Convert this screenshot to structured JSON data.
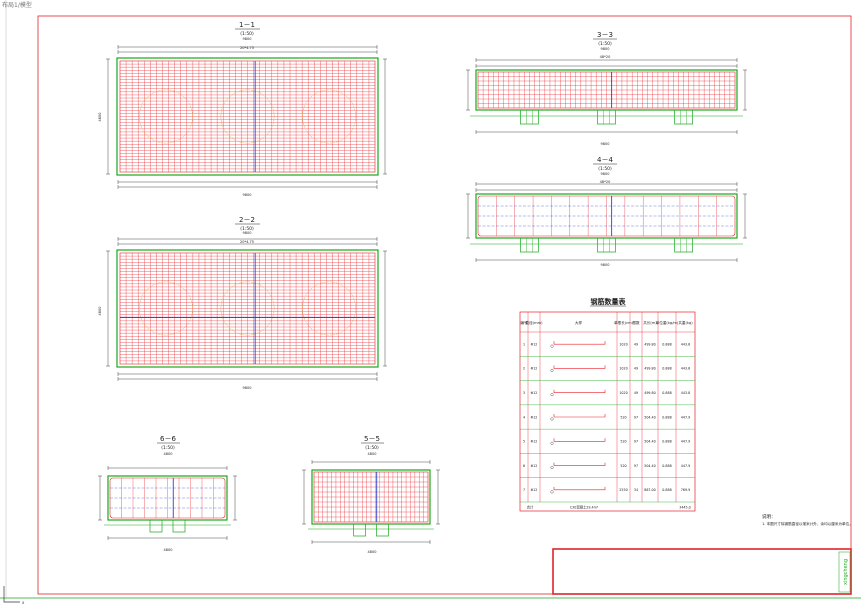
{
  "window": {
    "tab_label": "布局1/模型"
  },
  "drawing": {
    "colors": {
      "rebar": "#e8222a",
      "concrete": "#19a81c",
      "dimension": "#1a1a1a",
      "link_bar": "#2c3fd0",
      "frame": "#e0242a",
      "pile": "#19a81c",
      "pile_circle": "#e6a23c"
    },
    "views": {
      "v11": {
        "title": "1－1",
        "scale": "(1:50)",
        "dim_top": "9800",
        "dim_sub": "20*4.75",
        "dim_bottom": "9800",
        "dim_left": "4800"
      },
      "v22": {
        "title": "2－2",
        "scale": "(1:50)",
        "dim_top": "9800",
        "dim_sub": "20*4.75",
        "dim_bottom": "9800",
        "dim_left": "4800"
      },
      "v33": {
        "title": "3－3",
        "scale": "(1:50)",
        "dim_top": "9800",
        "dim_sub": "48*20",
        "dim_bottom": "9800"
      },
      "v44": {
        "title": "4－4",
        "scale": "(1:50)",
        "dim_top": "9800",
        "dim_sub": "48*20",
        "dim_bottom": "9800"
      },
      "v55": {
        "title": "5－5",
        "scale": "(1:50)",
        "dim_top": "4800",
        "dim_bottom": "4800"
      },
      "v66": {
        "title": "6－6",
        "scale": "(1:50)",
        "dim_top": "4800",
        "dim_bottom": "4800"
      }
    },
    "table": {
      "title": "钢筋数量表",
      "headers": [
        "编号",
        "直径(mm)",
        "大样",
        "单根长(cm)",
        "根数",
        "共长(m)",
        "单位重(kg/m)",
        "共重(kg)"
      ],
      "rows": [
        [
          "1",
          "Φ12",
          "",
          "1020",
          "49",
          "499.80",
          "0.888",
          "443.8"
        ],
        [
          "2",
          "Φ12",
          "",
          "1020",
          "49",
          "499.80",
          "0.888",
          "443.8"
        ],
        [
          "3",
          "Φ12",
          "",
          "1020",
          "49",
          "499.80",
          "0.888",
          "443.8"
        ],
        [
          "4",
          "Φ12",
          "",
          "520",
          "97",
          "504.40",
          "0.888",
          "447.9"
        ],
        [
          "5",
          "Φ12",
          "",
          "520",
          "97",
          "504.40",
          "0.888",
          "447.9"
        ],
        [
          "6",
          "Φ12",
          "",
          "520",
          "97",
          "504.40",
          "0.888",
          "447.9"
        ],
        [
          "7",
          "Φ12",
          "",
          "2550",
          "34",
          "867.00",
          "0.888",
          "769.9"
        ]
      ],
      "footer_left": "合计",
      "footer_mid": "C30混凝土29.4m³",
      "footer_right": "3445.0"
    },
    "notes": [
      "说明：",
      "1. 本图尺寸除钢筋直径以毫米计外，余均以厘米为单位。"
    ],
    "title_block": {
      "vertical_text": "xingcheng"
    }
  }
}
